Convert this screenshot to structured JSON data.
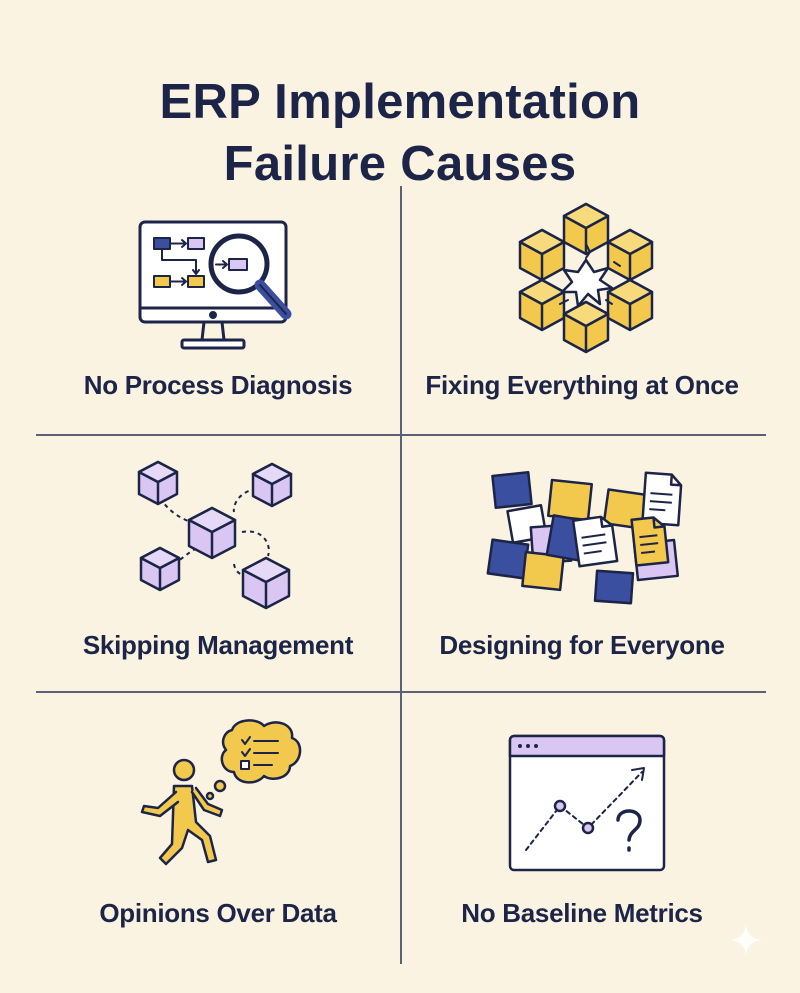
{
  "title": {
    "line1": "ERP Implementation",
    "line2": "Failure Causes"
  },
  "causes": [
    {
      "label": "No Process Diagnosis",
      "icon": "monitor-magnifier-icon"
    },
    {
      "label": "Fixing Everything at Once",
      "icon": "exploding-cubes-icon"
    },
    {
      "label": "Skipping Management",
      "icon": "disconnected-cubes-icon"
    },
    {
      "label": "Designing for Everyone",
      "icon": "scattered-notes-icon"
    },
    {
      "label": "Opinions Over Data",
      "icon": "walking-thinker-icon"
    },
    {
      "label": "No Baseline Metrics",
      "icon": "chart-question-icon"
    }
  ],
  "colors": {
    "background": "#fbf3e2",
    "navy": "#1c2547",
    "yellow": "#f2c94c",
    "lavender": "#d9c6f2",
    "blue": "#3b4fa0"
  }
}
